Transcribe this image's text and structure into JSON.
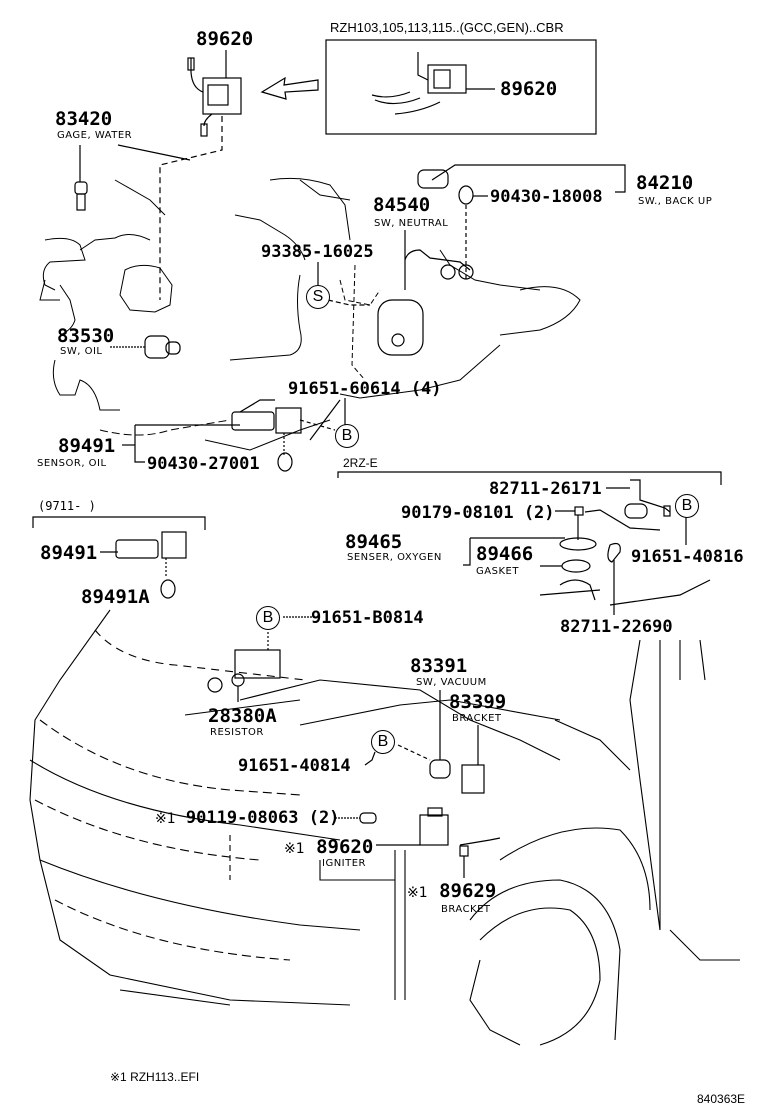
{
  "diagram": {
    "figure_code": "840363E",
    "footnote": "※1 RZH113..EFI",
    "inset": {
      "title": "RZH103,105,113,115..(GCC,GEN)..CBR",
      "part": "89620"
    },
    "groups": {
      "engine_2rz_e": "2RZ-E",
      "date_range": "(9711-          )"
    },
    "callouts": {
      "b": "B",
      "s": "S"
    },
    "parts": [
      {
        "id": "p-89620-top",
        "number": "89620",
        "description": ""
      },
      {
        "id": "p-83420",
        "number": "83420",
        "description": "GAGE, WATER"
      },
      {
        "id": "p-84210",
        "number": "84210",
        "description": "SW., BACK UP"
      },
      {
        "id": "p-90430-18008",
        "number": "90430-18008",
        "description": ""
      },
      {
        "id": "p-84540",
        "number": "84540",
        "description": "SW, NEUTRAL"
      },
      {
        "id": "p-93385-16025",
        "number": "93385-16025",
        "description": ""
      },
      {
        "id": "p-83530",
        "number": "83530",
        "description": "SW, OIL"
      },
      {
        "id": "p-91651-60614",
        "number": "91651-60614 (4)",
        "description": ""
      },
      {
        "id": "p-89491",
        "number": "89491",
        "description": "SENSOR, OIL"
      },
      {
        "id": "p-90430-27001",
        "number": "90430-27001",
        "description": ""
      },
      {
        "id": "p-82711-26171",
        "number": "82711-26171",
        "description": ""
      },
      {
        "id": "p-90179-08101",
        "number": "90179-08101 (2)",
        "description": ""
      },
      {
        "id": "p-89465",
        "number": "89465",
        "description": "SENSER, OXYGEN"
      },
      {
        "id": "p-89466",
        "number": "89466",
        "description": "GASKET"
      },
      {
        "id": "p-91651-40816",
        "number": "91651-40816",
        "description": ""
      },
      {
        "id": "p-82711-22690",
        "number": "82711-22690",
        "description": ""
      },
      {
        "id": "p-89491-b",
        "number": "89491",
        "description": ""
      },
      {
        "id": "p-89491a",
        "number": "89491A",
        "description": ""
      },
      {
        "id": "p-91651-b0814",
        "number": "91651-B0814",
        "description": ""
      },
      {
        "id": "p-28380a",
        "number": "28380A",
        "description": "RESISTOR"
      },
      {
        "id": "p-83391",
        "number": "83391",
        "description": "SW, VACUUM"
      },
      {
        "id": "p-83399",
        "number": "83399",
        "description": "BRACKET"
      },
      {
        "id": "p-91651-40814",
        "number": "91651-40814",
        "description": ""
      },
      {
        "id": "p-90119-08063",
        "number": "90119-08063 (2)",
        "description": "",
        "mark": "※1"
      },
      {
        "id": "p-89620-igniter",
        "number": "89620",
        "description": "IGNITER",
        "mark": "※1"
      },
      {
        "id": "p-89629",
        "number": "89629",
        "description": "BRACKET",
        "mark": "※1"
      }
    ]
  }
}
